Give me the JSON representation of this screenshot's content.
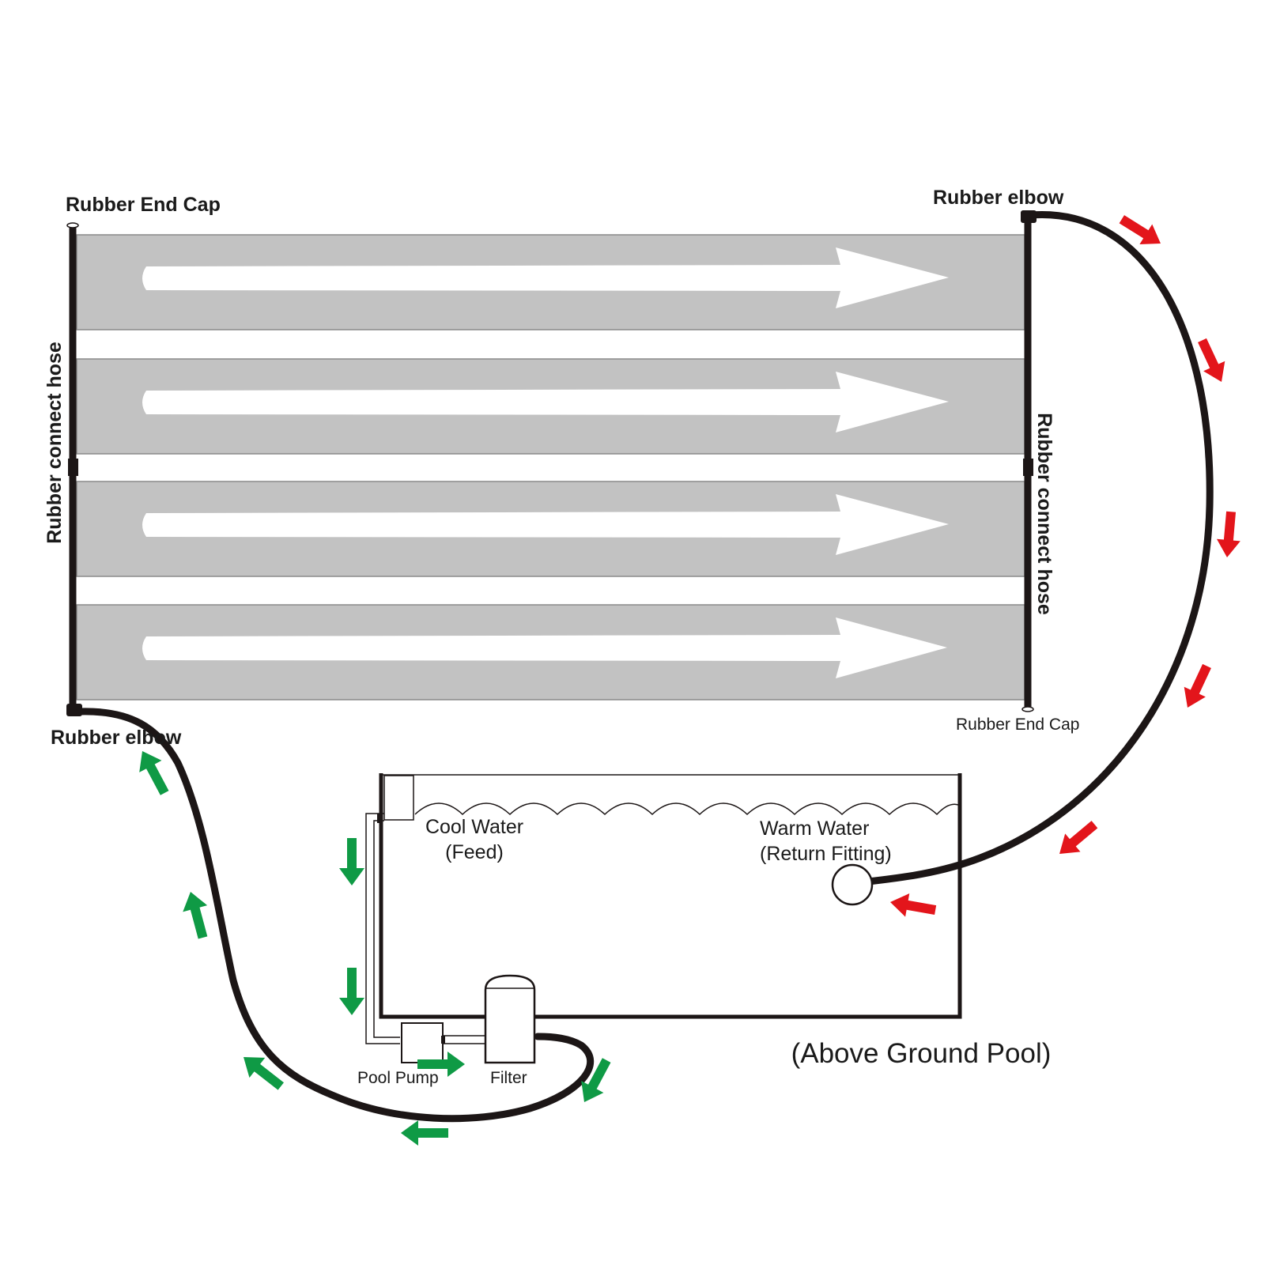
{
  "labels": {
    "end_cap_left": "Rubber End Cap",
    "elbow_right": "Rubber elbow",
    "connect_hose_left": "Rubber connect hose",
    "connect_hose_right": "Rubber connect hose",
    "end_cap_right": "Rubber End Cap",
    "elbow_left": "Rubber elbow",
    "cool_water_line1": "Cool Water",
    "cool_water_line2": "(Feed)",
    "warm_water_line1": "Warm Water",
    "warm_water_line2": "(Return Fitting)",
    "pool_pump": "Pool Pump",
    "filter": "Filter",
    "pool_type": "(Above Ground Pool)"
  },
  "colors": {
    "panel": "#c2c2c2",
    "hose": "#1c1616",
    "cool_arrow": "#0f9a45",
    "warm_arrow": "#e3151b",
    "flow_arrow": "#ffffff"
  }
}
